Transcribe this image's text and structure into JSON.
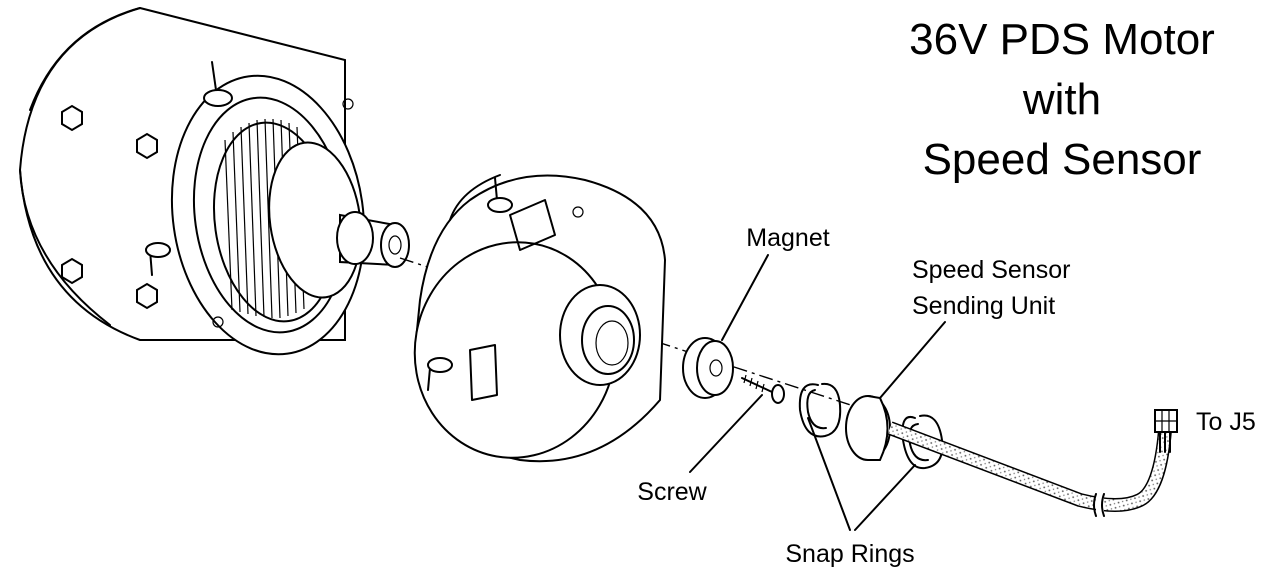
{
  "title": {
    "line1": "36V PDS Motor",
    "line2": "with",
    "line3": "Speed Sensor"
  },
  "labels": {
    "magnet": "Magnet",
    "sensor_line1": "Speed Sensor",
    "sensor_line2": "Sending Unit",
    "screw": "Screw",
    "snap_rings": "Snap Rings",
    "connector": "To J5"
  }
}
